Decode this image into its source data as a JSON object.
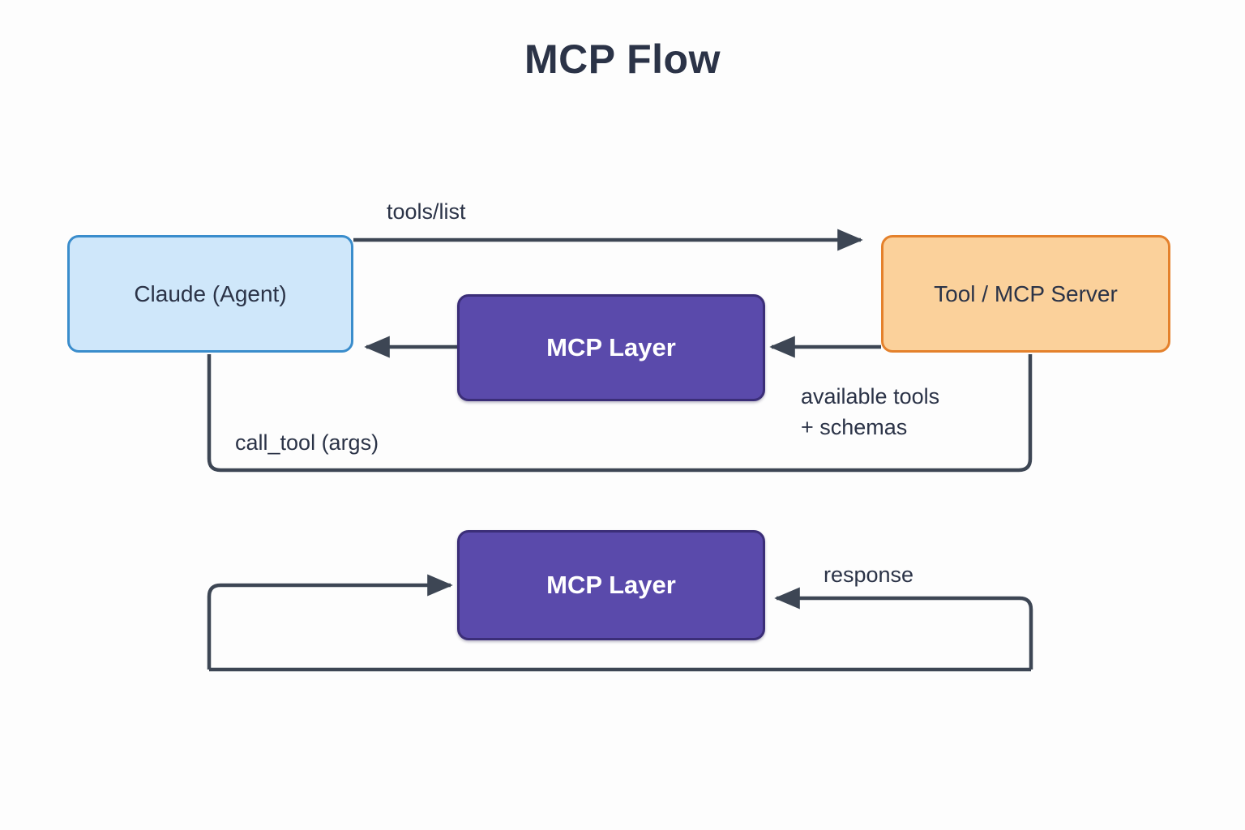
{
  "diagram": {
    "title": "MCP Flow",
    "background_color": "#fdfdfd",
    "text_color": "#2b3347",
    "wire_color": "#3d4654",
    "nodes": [
      {
        "id": "agent",
        "label": "Claude (Agent)",
        "fill": "#cfe7fa",
        "stroke": "#3a8dcc"
      },
      {
        "id": "mcp-layer-top",
        "label": "MCP Layer",
        "fill": "#5a4aab",
        "stroke": "#3b2e78"
      },
      {
        "id": "server",
        "label": "Tool / MCP Server",
        "fill": "#fbd19b",
        "stroke": "#e4812c"
      },
      {
        "id": "mcp-layer-bottom",
        "label": "MCP Layer",
        "fill": "#5a4aab",
        "stroke": "#3b2e78"
      }
    ],
    "edges": [
      {
        "id": "tools-list",
        "label": "tools/list",
        "from": "agent",
        "to": "server"
      },
      {
        "id": "available-tools",
        "label": "available tools\n+ schemas",
        "from": "server",
        "to": "mcp-layer-top"
      },
      {
        "id": "call-tool",
        "label": "call_tool (args)",
        "from": "agent",
        "to": "server"
      },
      {
        "id": "response",
        "label": "response",
        "from": "server",
        "to": "mcp-layer-bottom"
      }
    ]
  }
}
